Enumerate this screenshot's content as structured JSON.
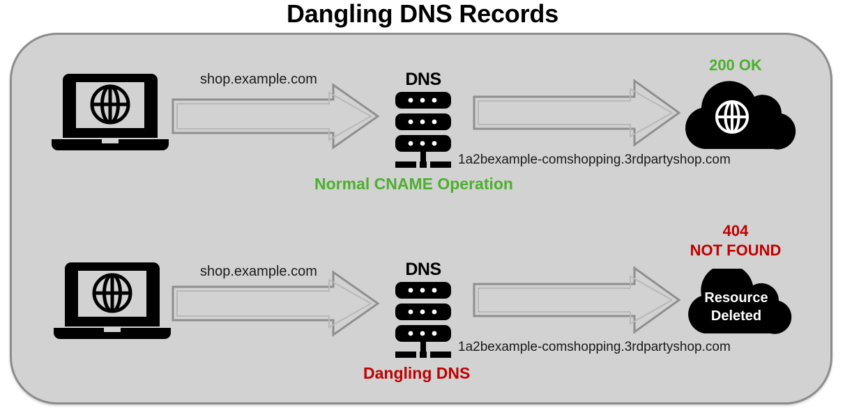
{
  "title": "Dangling DNS Records",
  "colors": {
    "panel_fill": "#d2d2d2",
    "panel_border": "#8c8c8c",
    "arrow_stroke": "#808080",
    "success_green": "#4caf2e",
    "error_red": "#c00000",
    "icon_black": "#000000"
  },
  "flows": [
    {
      "id": "normal",
      "client": {
        "icon": "laptop-globe-icon"
      },
      "query_label": "shop.example.com",
      "resolver": {
        "icon": "dns-server-icon",
        "label": "DNS"
      },
      "cname_label": "1a2bexample-comshopping.3rdpartyshop.com",
      "endpoint": {
        "icon": "cloud-globe-icon",
        "status": "200 OK",
        "status_kind": "success",
        "cloud_text": ""
      },
      "caption": "Normal CNAME Operation",
      "caption_kind": "success"
    },
    {
      "id": "dangling",
      "client": {
        "icon": "laptop-globe-icon"
      },
      "query_label": "shop.example.com",
      "resolver": {
        "icon": "dns-server-icon",
        "label": "DNS"
      },
      "cname_label": "1a2bexample-comshopping.3rdpartyshop.com",
      "endpoint": {
        "icon": "cloud-icon",
        "status_line1": "404",
        "status_line2": "NOT FOUND",
        "status_kind": "error",
        "cloud_text_line1": "Resource",
        "cloud_text_line2": "Deleted"
      },
      "caption": "Dangling DNS",
      "caption_kind": "error"
    }
  ]
}
